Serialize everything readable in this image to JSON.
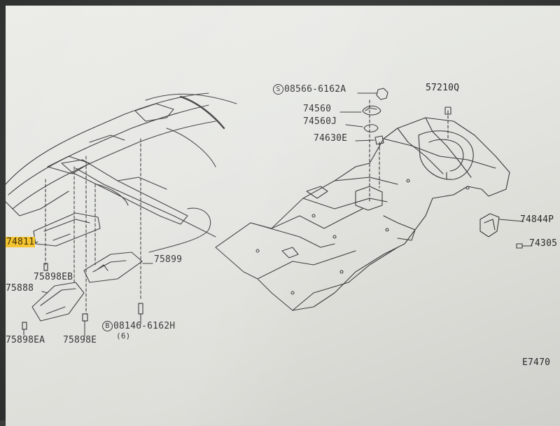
{
  "labels": {
    "top_bolt": "08566-6162A",
    "top_bolt_marker": "S",
    "p_74560": "74560",
    "p_74560J": "74560J",
    "p_74630E": "74630E",
    "p_57210Q": "57210Q",
    "p_74844P": "74844P",
    "p_74305": "74305",
    "p_74811": "74811",
    "p_75898EB": "75898EB",
    "p_75888": "75888",
    "p_75898EA": "75898EA",
    "p_75898E": "75898E",
    "p_75899": "75899",
    "bottom_bolt": "08146-6162H",
    "bottom_bolt_marker": "B",
    "bottom_bolt_qty": "(6)",
    "figure_code": "E7470"
  },
  "colors": {
    "highlight": "#f4c22a",
    "line": "#3a3a3a",
    "paper": "#e8e8e4"
  }
}
